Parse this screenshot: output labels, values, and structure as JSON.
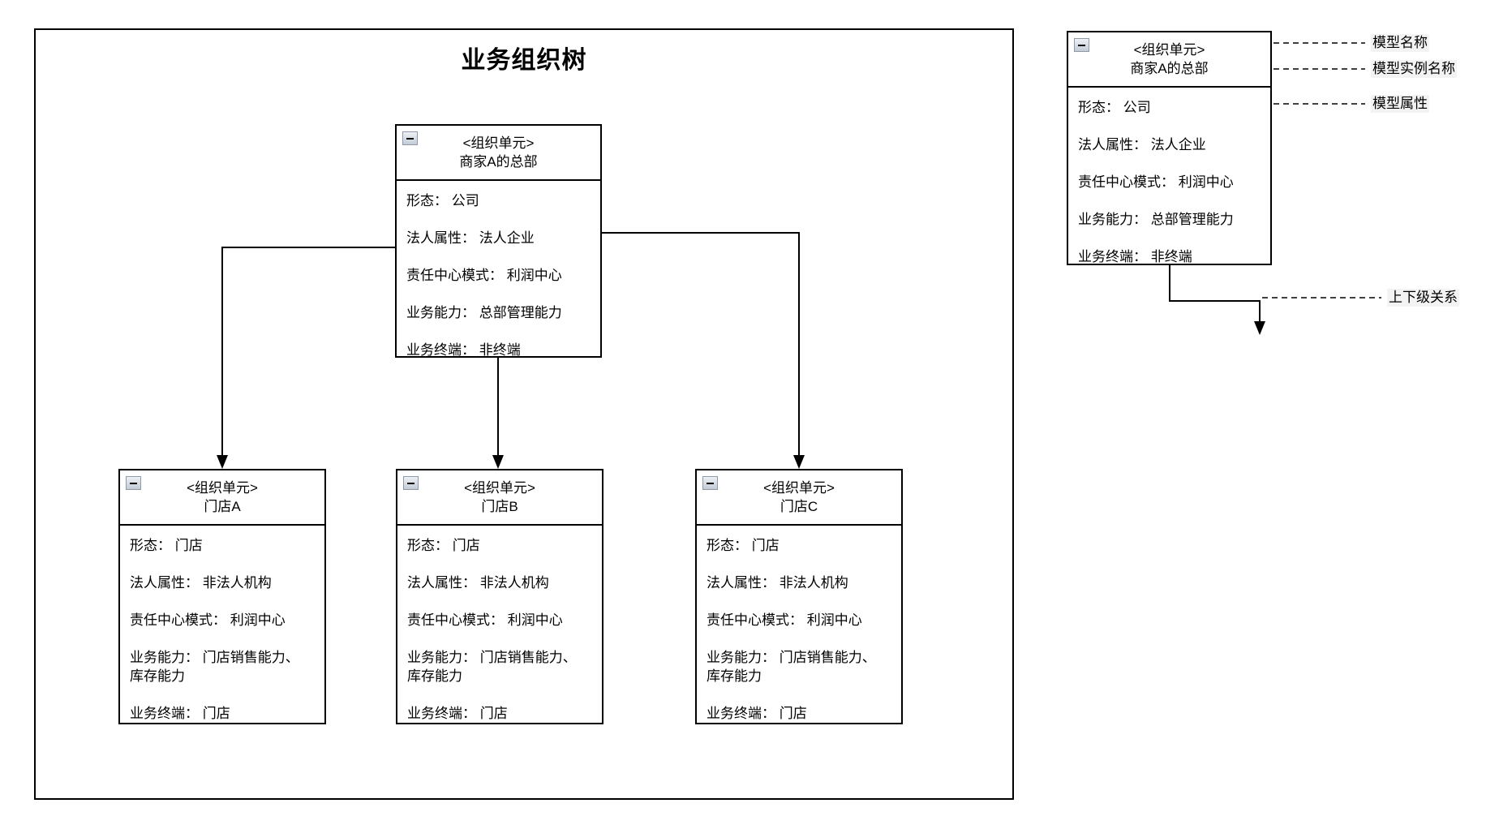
{
  "colors": {
    "line": "#000000",
    "node_border": "#000000",
    "background": "#ffffff",
    "collapse_button_border": "#8f99a8",
    "collapse_button_bg": "#d8dfe8",
    "annotation_label_bg": "#f3f3f3"
  },
  "icons": {
    "collapse": "minus"
  },
  "diagram": {
    "title": "业务组织树",
    "nodes": [
      {
        "id": "hq",
        "stereotype": "<组织单元>",
        "name": "商家A的总部",
        "attributes": [
          "形态： 公司",
          "法人属性： 法人企业",
          "责任中心模式： 利润中心",
          "业务能力： 总部管理能力",
          "业务终端： 非终端"
        ]
      },
      {
        "id": "store-a",
        "stereotype": "<组织单元>",
        "name": "门店A",
        "attributes": [
          "形态： 门店",
          "法人属性： 非法人机构",
          "责任中心模式： 利润中心",
          "业务能力： 门店销售能力、\n库存能力",
          "业务终端： 门店"
        ]
      },
      {
        "id": "store-b",
        "stereotype": "<组织单元>",
        "name": "门店B",
        "attributes": [
          "形态： 门店",
          "法人属性： 非法人机构",
          "责任中心模式： 利润中心",
          "业务能力： 门店销售能力、\n库存能力",
          "业务终端： 门店"
        ]
      },
      {
        "id": "store-c",
        "stereotype": "<组织单元>",
        "name": "门店C",
        "attributes": [
          "形态： 门店",
          "法人属性： 非法人机构",
          "责任中心模式： 利润中心",
          "业务能力： 门店销售能力、\n库存能力",
          "业务终端： 门店"
        ]
      }
    ]
  },
  "legend": {
    "node": {
      "stereotype": "<组织单元>",
      "name": "商家A的总部",
      "attributes": [
        "形态： 公司",
        "法人属性： 法人企业",
        "责任中心模式： 利润中心",
        "业务能力： 总部管理能力",
        "业务终端： 非终端"
      ]
    },
    "annotations": {
      "model_name": "模型名称",
      "model_instance_name": "模型实例名称",
      "model_attribute": "模型属性",
      "hierarchy_relation": "上下级关系"
    }
  }
}
